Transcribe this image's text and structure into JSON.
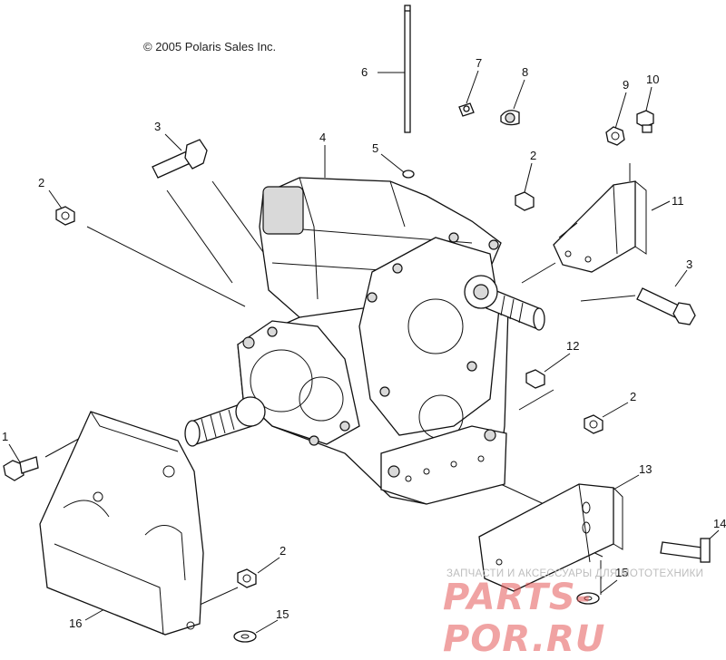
{
  "copyright": "© 2005 Polaris Sales Inc.",
  "watermark": {
    "top_text": "ЗАПЧАСТИ И АКСЕССУАРЫ ДЛЯ МОТОТЕХНИКИ",
    "brand_text": "PARTS-POR.RU"
  },
  "callouts": [
    {
      "id": "c6",
      "label": "6"
    },
    {
      "id": "c7",
      "label": "7"
    },
    {
      "id": "c8",
      "label": "8"
    },
    {
      "id": "c9",
      "label": "9"
    },
    {
      "id": "c10",
      "label": "10"
    },
    {
      "id": "c3a",
      "label": "3"
    },
    {
      "id": "c4",
      "label": "4"
    },
    {
      "id": "c5",
      "label": "5"
    },
    {
      "id": "c2a",
      "label": "2"
    },
    {
      "id": "c2b",
      "label": "2"
    },
    {
      "id": "c11",
      "label": "11"
    },
    {
      "id": "c3b",
      "label": "3"
    },
    {
      "id": "c12",
      "label": "12"
    },
    {
      "id": "c2c",
      "label": "2"
    },
    {
      "id": "c1",
      "label": "1"
    },
    {
      "id": "c13",
      "label": "13"
    },
    {
      "id": "c14",
      "label": "14"
    },
    {
      "id": "c2d",
      "label": "2"
    },
    {
      "id": "c15a",
      "label": "15"
    },
    {
      "id": "c16",
      "label": "16"
    },
    {
      "id": "c15b",
      "label": "15"
    }
  ]
}
